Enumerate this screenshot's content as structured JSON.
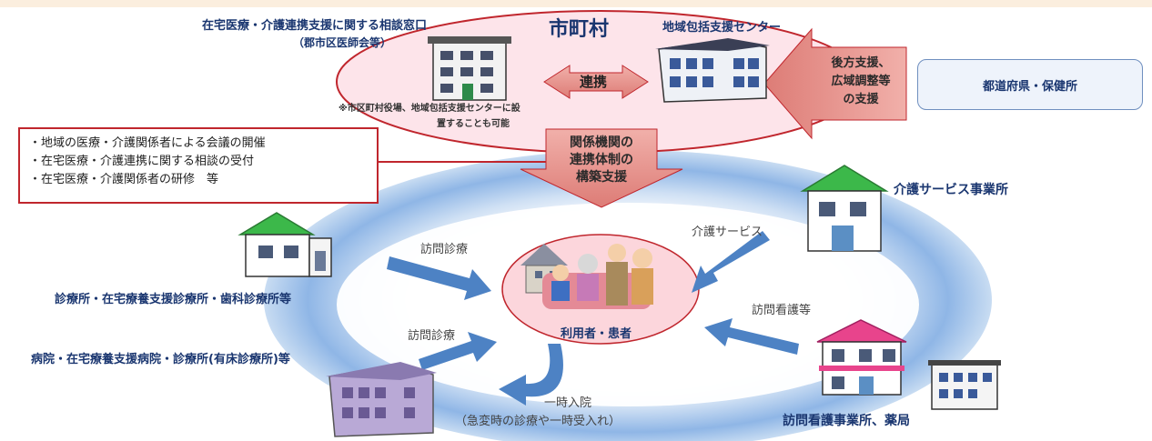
{
  "municipality": {
    "title": "市町村",
    "consult_desk_line1": "在宅医療・介護連携支援に関する相談窓口",
    "consult_desk_line2": "（郡市区医師会等）",
    "center_label": "地域包括支援センター",
    "link_label": "連携",
    "note_line1": "※市区町村役場、地域包括支援センターに設",
    "note_line2": "置することも可能"
  },
  "prefecture": {
    "box_label": "都道府県・保健所",
    "support_line1": "後方支援、",
    "support_line2": "広域調整等",
    "support_line3": "の支援"
  },
  "tasks": [
    "・地域の医療・介護関係者による会議の開催",
    "・在宅医療・介護連携に関する相談の受付",
    "・在宅医療・介護関係者の研修　等"
  ],
  "build_support": {
    "line1": "関係機関の",
    "line2": "連携体制の",
    "line3": "構築支援"
  },
  "providers": {
    "clinic": "診療所・在宅療養支援診療所・歯科診療所等",
    "hospital": "病院・在宅療養支援病院・診療所(有床診療所)等",
    "care_office": "介護サービス事業所",
    "nursing_pharmacy": "訪問看護事業所、薬局",
    "patient": "利用者・患者"
  },
  "flows": {
    "home_visit_1": "訪問診療",
    "home_visit_2": "訪問診療",
    "care_service": "介護サービス",
    "visit_nursing": "訪問看護等",
    "temp_admission_line1": "一時入院",
    "temp_admission_line2": "（急変時の診療や一時受入れ）"
  },
  "colors": {
    "ring_blue": "#9fc2ea",
    "ellipse_pink": "#fde4ea",
    "ellipse_border": "#c0262d",
    "salmon_arrow": "#e8938e",
    "flow_arrow": "#4d82c4",
    "text_navy": "#1a3670"
  }
}
